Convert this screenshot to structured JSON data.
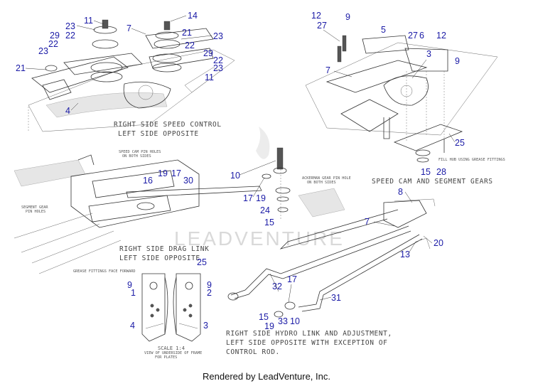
{
  "watermark": "LEADVENTURE",
  "footer": "Rendered by LeadVenture, Inc.",
  "sections": {
    "speed_control": {
      "caption_line1": "RIGHT SIDE SPEED CONTROL",
      "caption_line2": "LEFT SIDE OPPOSITE"
    },
    "speed_cam": {
      "caption": "SPEED CAM AND SEGMENT GEARS",
      "note_fill_hub": "FILL HUB USING GREASE FITTINGS"
    },
    "drag_link": {
      "caption_line1": "RIGHT SIDE DRAG LINK",
      "caption_line2": "LEFT SIDE OPPOSITE",
      "note_speed_cam_line1": "SPEED CAM PIN HOLES",
      "note_speed_cam_line2": "ON BOTH SIDES",
      "note_segment_line1": "SEGMENT GEAR",
      "note_segment_line2": "PIN HOLES",
      "note_ackerman_line1": "ACKERMAN GEAR PIN HOLE",
      "note_ackerman_line2": "ON BOTH SIDES"
    },
    "underside": {
      "note_grease": "GREASE FITTINGS FACE FORWARD",
      "scale": "SCALE 1:4",
      "view_line1": "VIEW OF UNDERSIDE OF FRAME",
      "view_line2": "FOR PLATES"
    },
    "hydro_link": {
      "caption_line1": "RIGHT SIDE HYDRO LINK AND ADJUSTMENT,",
      "caption_line2": "LEFT SIDE OPPOSITE WITH EXCEPTION OF",
      "caption_line3": "CONTROL ROD."
    }
  },
  "callouts": [
    {
      "label": "11"
    },
    {
      "label": "23"
    },
    {
      "label": "7"
    },
    {
      "label": "14"
    },
    {
      "label": "29"
    },
    {
      "label": "22"
    },
    {
      "label": "21"
    },
    {
      "label": "23"
    },
    {
      "label": "22"
    },
    {
      "label": "23"
    },
    {
      "label": "22"
    },
    {
      "label": "29"
    },
    {
      "label": "22"
    },
    {
      "label": "23"
    },
    {
      "label": "21"
    },
    {
      "label": "11"
    },
    {
      "label": "4"
    },
    {
      "label": "12"
    },
    {
      "label": "9"
    },
    {
      "label": "27"
    },
    {
      "label": "5"
    },
    {
      "label": "27"
    },
    {
      "label": "6"
    },
    {
      "label": "3"
    },
    {
      "label": "12"
    },
    {
      "label": "9"
    },
    {
      "label": "7"
    },
    {
      "label": "25"
    },
    {
      "label": "15"
    },
    {
      "label": "28"
    },
    {
      "label": "10"
    },
    {
      "label": "16"
    },
    {
      "label": "19"
    },
    {
      "label": "17"
    },
    {
      "label": "30"
    },
    {
      "label": "17"
    },
    {
      "label": "19"
    },
    {
      "label": "24"
    },
    {
      "label": "15"
    },
    {
      "label": "8"
    },
    {
      "label": "7"
    },
    {
      "label": "13"
    },
    {
      "label": "20"
    },
    {
      "label": "25"
    },
    {
      "label": "9"
    },
    {
      "label": "1"
    },
    {
      "label": "9"
    },
    {
      "label": "2"
    },
    {
      "label": "4"
    },
    {
      "label": "3"
    },
    {
      "label": "32"
    },
    {
      "label": "17"
    },
    {
      "label": "31"
    },
    {
      "label": "15"
    },
    {
      "label": "19"
    },
    {
      "label": "33"
    },
    {
      "label": "10"
    }
  ]
}
